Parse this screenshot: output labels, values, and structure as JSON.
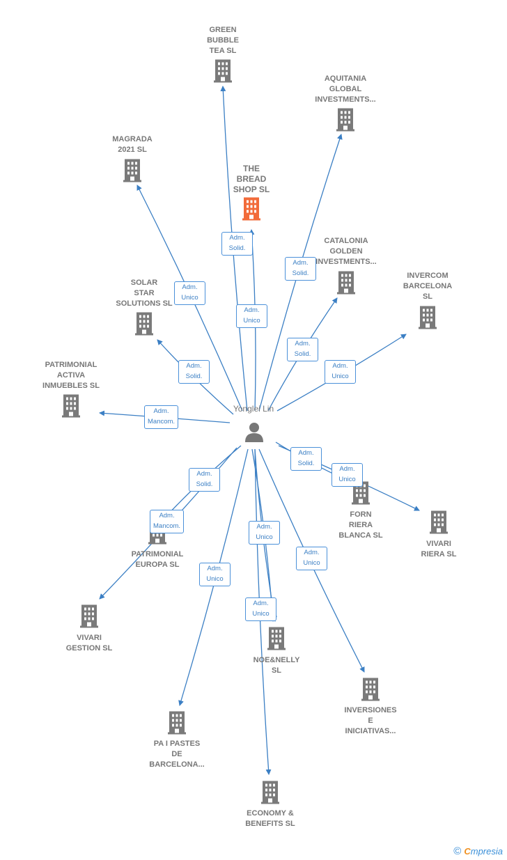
{
  "person": {
    "name": "Yonglei Lin"
  },
  "colors": {
    "edge": "#3b7fc4",
    "building": "#7a7a7a",
    "focus_building": "#f26b3a"
  },
  "nodes": [
    {
      "id": "green",
      "label": "GREEN\nBUBBLE\nTEA  SL"
    },
    {
      "id": "aquitania",
      "label": "AQUITANIA\nGLOBAL\nINVESTMENTS..."
    },
    {
      "id": "magrada",
      "label": "MAGRADA\n2021  SL"
    },
    {
      "id": "bread",
      "label": "THE\nBREAD\nSHOP  SL",
      "focus": true
    },
    {
      "id": "catalonia",
      "label": "CATALONIA\nGOLDEN\nINVESTMENTS..."
    },
    {
      "id": "invercom",
      "label": "INVERCOM\nBARCELONA\nSL"
    },
    {
      "id": "solar",
      "label": "SOLAR\nSTAR\nSOLUTIONS  SL"
    },
    {
      "id": "patactiva",
      "label": "PATRIMONIAL\nACTIVA\nINMUEBLES  SL"
    },
    {
      "id": "forn",
      "label": "FORN\nRIERA\nBLANCA  SL"
    },
    {
      "id": "vivariR",
      "label": "VIVARI\nRIERA  SL"
    },
    {
      "id": "pateuropa",
      "label": "PATRIMONIAL\nEUROPA  SL"
    },
    {
      "id": "vivariG",
      "label": "VIVARI\nGESTION  SL"
    },
    {
      "id": "noe",
      "label": "NOE&NELLY\nSL"
    },
    {
      "id": "inversiones",
      "label": "INVERSIONES\nE\nINICIATIVAS..."
    },
    {
      "id": "pa",
      "label": "PA I PASTES\nDE\nBARCELONA..."
    },
    {
      "id": "economy",
      "label": "ECONOMY &\nBENEFITS  SL"
    }
  ],
  "edges": [
    {
      "to": "green",
      "label": "Adm.\nSolid."
    },
    {
      "to": "bread",
      "label": "Adm.\nUnico"
    },
    {
      "to": "aquitania",
      "label": "Adm.\nSolid."
    },
    {
      "to": "magrada",
      "label": "Adm.\nUnico"
    },
    {
      "to": "catalonia",
      "label": "Adm.\nSolid."
    },
    {
      "to": "invercom",
      "label": "Adm.\nUnico"
    },
    {
      "to": "solar",
      "label": "Adm.\nSolid."
    },
    {
      "to": "patactiva",
      "label": "Adm.\nMancom."
    },
    {
      "to": "forn",
      "label": "Adm.\nSolid."
    },
    {
      "to": "vivariR",
      "label": "Adm.\nUnico"
    },
    {
      "to": "pateuropa",
      "label": "Adm.\nSolid."
    },
    {
      "to": "vivariG",
      "label": "Adm.\nMancom."
    },
    {
      "to": "noe",
      "label": "Adm.\nUnico"
    },
    {
      "to": "noe",
      "label": "Adm.\nUnico"
    },
    {
      "to": "inversiones",
      "label": "Adm.\nUnico"
    },
    {
      "to": "pa",
      "label": "Adm.\nUnico"
    },
    {
      "to": "economy",
      "label": "Adm.\nUnico"
    }
  ],
  "footer": {
    "copyright": "©",
    "brand_first": "C",
    "brand_rest": "mpresia"
  }
}
